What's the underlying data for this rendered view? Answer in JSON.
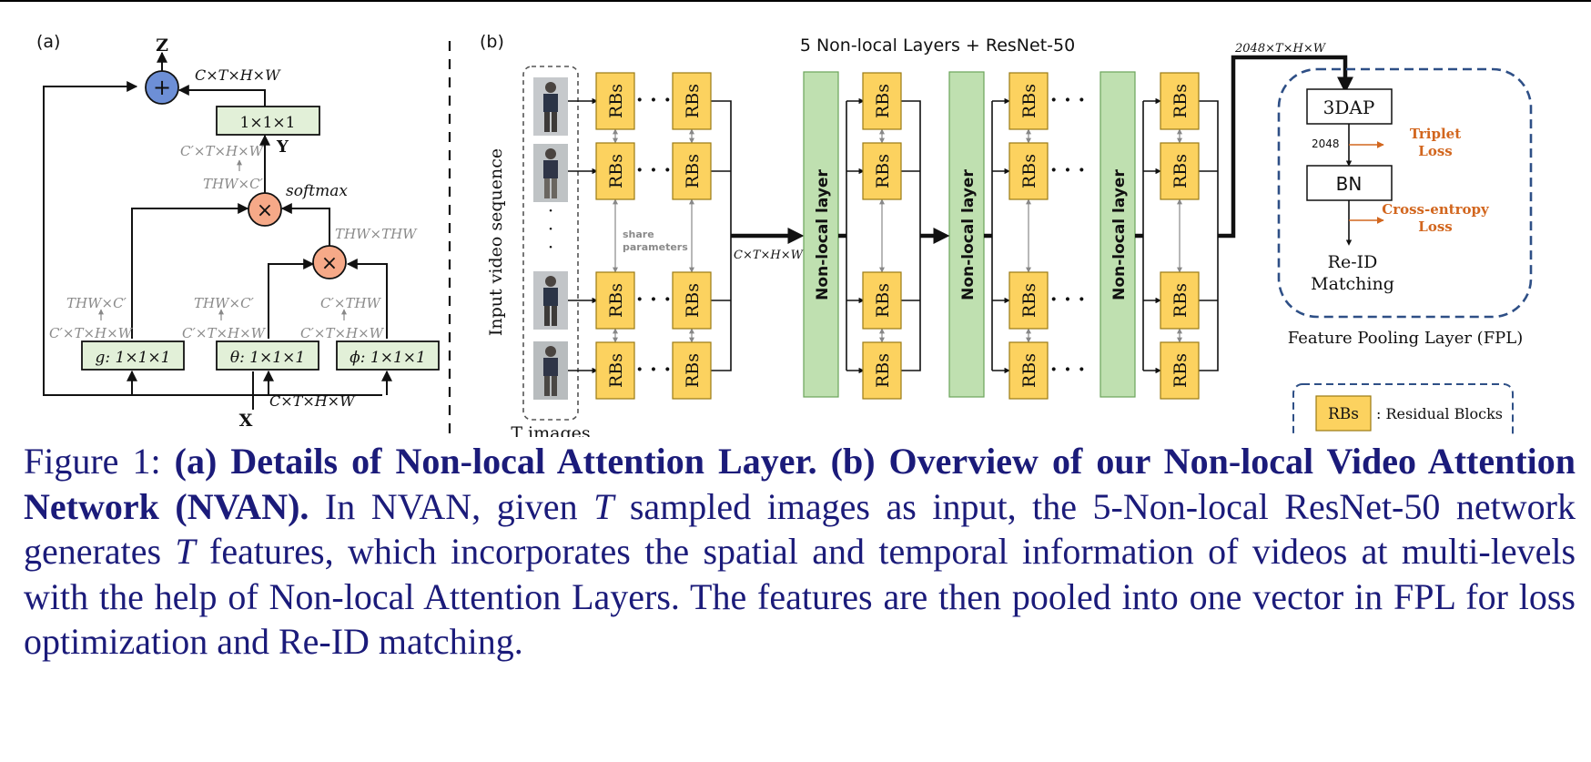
{
  "panel_a": {
    "label": "(a)",
    "z": "Z",
    "x": "X",
    "y": "Y",
    "plus": "+",
    "times": "×",
    "top_shape": "C×T×H×W",
    "bottom_shape": "C×T×H×W",
    "conv_out": "1×1×1",
    "shape_c_prime": "C′×T×H×W",
    "shape_thw_c": "THW×C′",
    "softmax": "softmax",
    "shape_thw_thw": "THW×THW",
    "g_left_top": "THW×C′",
    "g_left_bottom": "C′×T×H×W",
    "theta_top": "THW×C′",
    "theta_bottom": "C′×T×H×W",
    "phi_top": "C′×THW",
    "phi_bottom": "C′×T×H×W",
    "g_conv": "g: 1×1×1",
    "theta_conv": "θ: 1×1×1",
    "phi_conv": "ϕ: 1×1×1"
  },
  "panel_b": {
    "label": "(b)",
    "title": "5 Non-local Layers + ResNet-50",
    "input_label": "Input video sequence",
    "t_images": "T images",
    "rbs": "RBs",
    "dots": "· · ·",
    "share1": "share",
    "share2": "parameters",
    "mid_shape": "C×T×H×W",
    "nonlocal": "Non-local layer",
    "out_shape": "2048×T×H×W",
    "dap": "3DAP",
    "dim": "2048",
    "bn": "BN",
    "triplet1": "Triplet",
    "triplet2": "Loss",
    "ce1": "Cross-entropy",
    "ce2": "Loss",
    "reid1": "Re-ID",
    "reid2": "Matching",
    "fpl": "Feature Pooling Layer (FPL)",
    "legend_text": ": Residual Blocks"
  },
  "caption": {
    "lead": "Figure 1: ",
    "bold": "(a) Details of Non-local Attention Layer. (b) Overview of our Non-local Video Attention Network (NVAN).",
    "p1": " In NVAN, given ",
    "t1": "T",
    "p2": " sampled images as input, the 5-Non-local ResNet-50 network generates ",
    "t2": "T",
    "p3": " features, which incorporates the spatial and temporal information of videos at multi-levels with the help of Non-local Attention Layers. The features are then pooled into one vector in FPL for loss optimization and Re-ID matching."
  },
  "colors": {
    "rb_fill": "#fcd25f",
    "rb_stroke": "#9a7a14",
    "nonlocal_fill": "#bfe0b0",
    "conv_fill": "#e2f0d8",
    "op_fill": "#f6a988",
    "plus_fill": "#6d8fd6",
    "loss_color": "#d2661e",
    "fpl_border": "#2e4f86",
    "caption_color": "#1b1b7a"
  }
}
